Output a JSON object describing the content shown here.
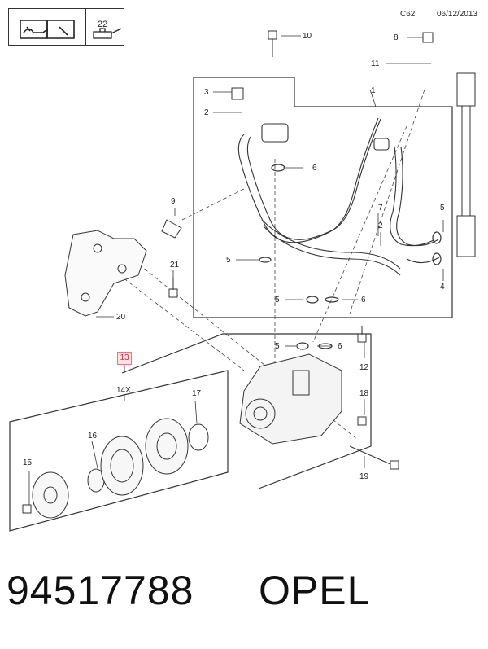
{
  "header": {
    "callout_22": "22",
    "section_code": "C62",
    "date": "06/12/2013"
  },
  "callouts": {
    "c1": "1",
    "c2a": "2",
    "c2b": "2",
    "c3": "3",
    "c4": "4",
    "c5a": "5",
    "c5b": "5",
    "c5c": "5",
    "c5d": "5",
    "c6a": "6",
    "c6b": "6",
    "c6c": "6",
    "c7": "7",
    "c8": "8",
    "c9": "9",
    "c10": "10",
    "c11": "11",
    "c12": "12",
    "c13": "13",
    "c14x": "14X",
    "c15": "15",
    "c16": "16",
    "c17": "17",
    "c18": "18",
    "c19": "19",
    "c20": "20",
    "c21": "21"
  },
  "footer": {
    "part_number": "94517788",
    "brand": "OPEL"
  },
  "icons": [
    "manual-icon",
    "oil-can-icon"
  ]
}
